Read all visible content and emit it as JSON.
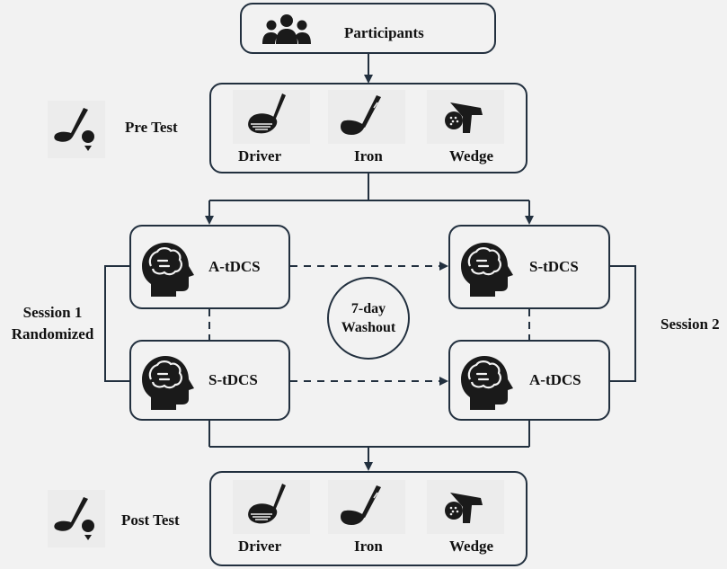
{
  "participants": {
    "label": "Participants"
  },
  "pre_test": {
    "label": "Pre Test",
    "clubs": [
      "Driver",
      "Iron",
      "Wedge"
    ]
  },
  "post_test": {
    "label": "Post Test",
    "clubs": [
      "Driver",
      "Iron",
      "Wedge"
    ]
  },
  "session1": {
    "line1": "Session 1",
    "line2": "Randomized",
    "top": "A-tDCS",
    "bottom": "S-tDCS"
  },
  "session2": {
    "label": "Session 2",
    "top": "S-tDCS",
    "bottom": "A-tDCS"
  },
  "washout": {
    "line1": "7-day",
    "line2": "Washout"
  },
  "colors": {
    "stroke": "#22303f",
    "icon": "#1a1a1a",
    "background": "#f2f2f2"
  }
}
